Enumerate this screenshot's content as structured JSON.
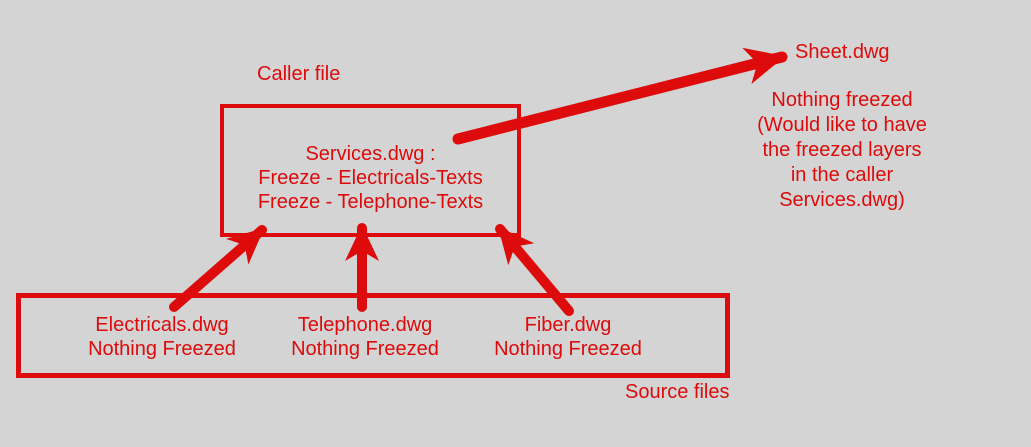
{
  "colors": {
    "red": "#dd0b0b",
    "background": "#d4d4d4"
  },
  "caller": {
    "label": "Caller file",
    "box_lines": {
      "0": "Services.dwg :",
      "1": "Freeze - Electricals-Texts",
      "2": "Freeze - Telephone-Texts"
    }
  },
  "sheet": {
    "label": "Sheet.dwg",
    "note_lines": {
      "0": "Nothing freezed",
      "1": "(Would like to have",
      "2": "the freezed layers",
      "3": "in the caller",
      "4": "Services.dwg)"
    }
  },
  "sources": {
    "label": "Source files",
    "items": [
      {
        "name": "Electricals.dwg",
        "status": "Nothing Freezed"
      },
      {
        "name": "Telephone.dwg",
        "status": "Nothing Freezed"
      },
      {
        "name": "Fiber.dwg",
        "status": "Nothing Freezed"
      }
    ]
  },
  "icons": {
    "arrows": [
      "arrow-services-to-sheet",
      "arrow-electricals-to-services",
      "arrow-telephone-to-services",
      "arrow-fiber-to-services"
    ]
  }
}
